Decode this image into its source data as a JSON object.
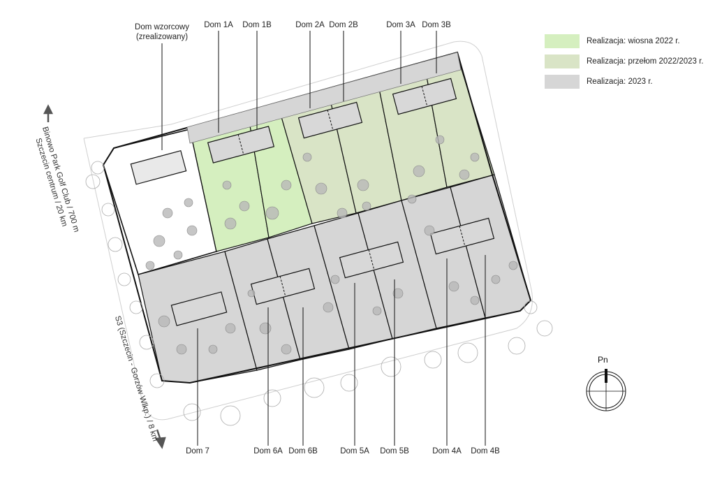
{
  "legend": [
    {
      "label": "Realizacja: wiosna 2022 r.",
      "color": "#d5efbf"
    },
    {
      "label": "Realizacja: przełom 2022/2023 r.",
      "color": "#d9e4c6"
    },
    {
      "label": "Realizacja: 2023 r.",
      "color": "#d6d6d6"
    }
  ],
  "houses": {
    "model_line1": "Dom wzorcowy",
    "model_line2": "(zrealizowany)",
    "d1a": "Dom 1A",
    "d1b": "Dom 1B",
    "d2a": "Dom 2A",
    "d2b": "Dom 2B",
    "d3a": "Dom 3A",
    "d3b": "Dom 3B",
    "d7": "Dom 7",
    "d6a": "Dom 6A",
    "d6b": "Dom 6B",
    "d5a": "Dom 5A",
    "d5b": "Dom 5B",
    "d4a": "Dom 4A",
    "d4b": "Dom 4B"
  },
  "roads": {
    "golf_line1": "Binowo Park Golf Club / 700 m",
    "golf_line2": "Szczecin centrum / 20 km",
    "s3": "S3 (Szczecin - Gorzów Wlkp.) / 8 km"
  },
  "compass": {
    "label": "Pn"
  },
  "colors": {
    "spring2022": "#d5efbf",
    "turn2022_2023": "#d9e4c6",
    "year2023": "#d6d6d6"
  }
}
